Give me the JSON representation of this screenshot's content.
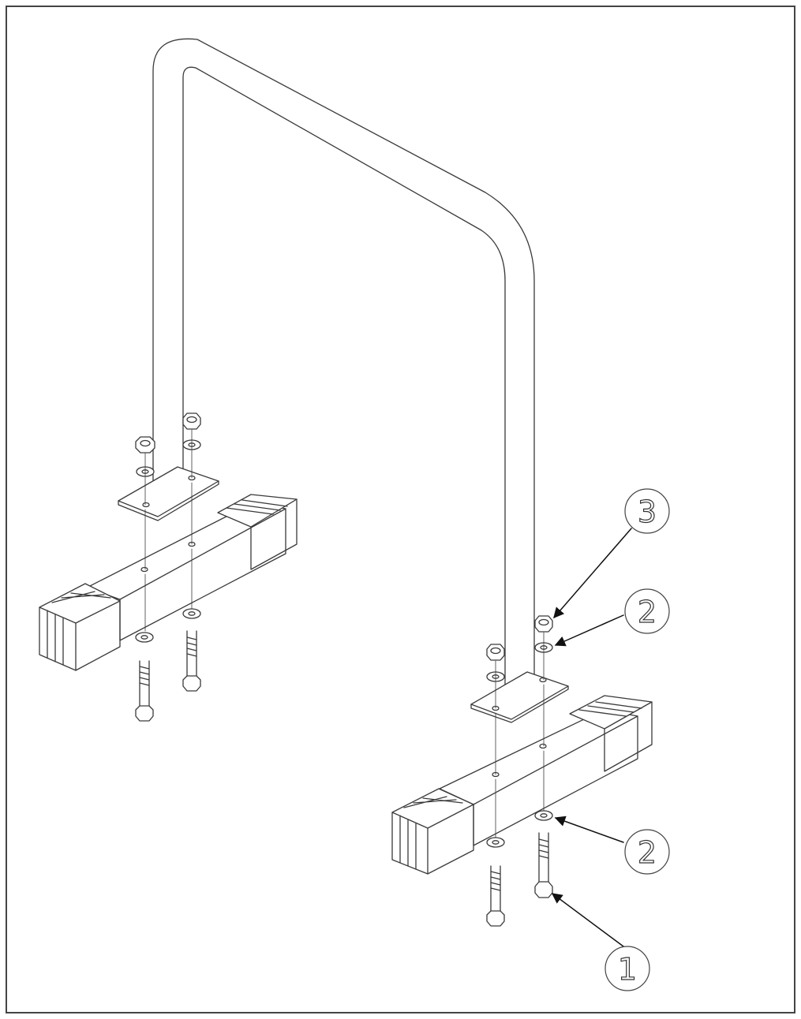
{
  "diagram": {
    "callouts": [
      {
        "id": "c3",
        "label": "3"
      },
      {
        "id": "c2a",
        "label": "2"
      },
      {
        "id": "c2b",
        "label": "2"
      },
      {
        "id": "c1",
        "label": "1"
      }
    ]
  },
  "colors": {
    "line": "#3a3a3a",
    "background": "#ffffff",
    "arrow": "#111111"
  }
}
